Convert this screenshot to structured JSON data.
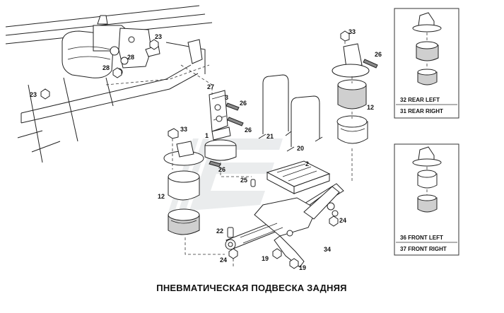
{
  "caption": "ПНЕВМАТИЧЕСКАЯ ПОДВЕСКА ЗАДНЯЯ",
  "callouts": {
    "c23a": "23",
    "c28a": "28",
    "c28b": "28",
    "c23b": "23",
    "c27": "27",
    "c3": "3",
    "c26a": "26",
    "c26b": "26",
    "c1": "1",
    "c33a": "33",
    "c26c": "26",
    "c12a": "12",
    "c21": "21",
    "c20": "20",
    "c2": "2",
    "c25": "25",
    "c33b": "33",
    "c26d": "26",
    "c12b": "12",
    "c22": "22",
    "c24a": "24",
    "c19a": "19",
    "c19b": "19",
    "c34": "34",
    "c24b": "24"
  },
  "insets": {
    "rear": {
      "left": "32 REAR LEFT",
      "right": "31 REAR RIGHT"
    },
    "front": {
      "left": "36 FRONT LEFT",
      "right": "37 FRONT RIGHT"
    }
  },
  "colors": {
    "line": "#222222",
    "watermark": "#d9dde0",
    "inset_border": "#333333"
  }
}
